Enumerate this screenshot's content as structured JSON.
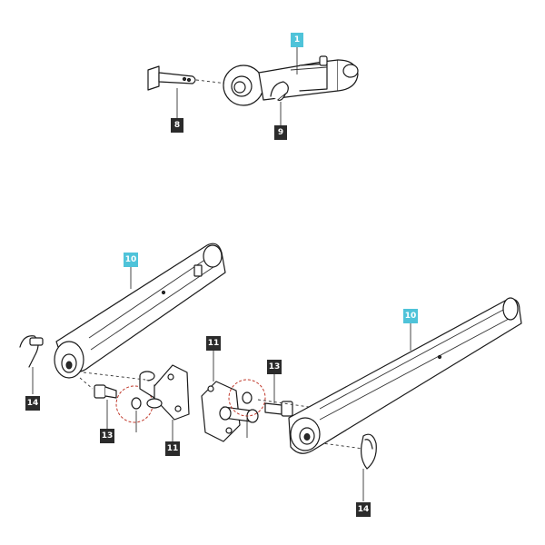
{
  "colors": {
    "callout_dark": "#2b2b2b",
    "callout_accent": "#4fc3d9",
    "highlight_circle": "#c0392b"
  },
  "callouts": {
    "top_link": "1",
    "pin_top": "8",
    "clip_top": "9",
    "left_arm": "10",
    "right_arm": "10",
    "left_bracket": "11",
    "right_bracket": "11",
    "left_bolt": "13",
    "right_bolt": "13",
    "left_lynch_pin": "14",
    "right_lynch_pin": "14"
  }
}
